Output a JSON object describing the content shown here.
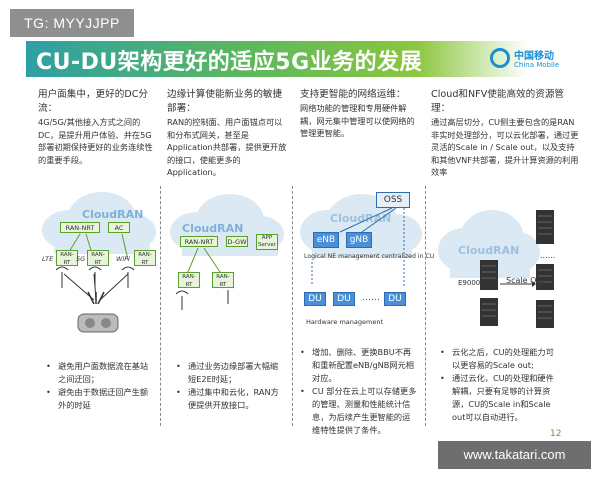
{
  "watermark_top": "TG: MYYJJPP",
  "watermark_bottom": "www.takatari.com",
  "title": "CU-DU架构更好的适应5G业务的发展",
  "logo": {
    "cn": "中国移动",
    "en": "China Mobile"
  },
  "columns": [
    {
      "heading": "用户面集中，更好的DC分流：",
      "body": "4G/5G/其他接入方式之间的DC，是提升用户体验、并在5G部署初期保持更好的业务连续性的重要手段。",
      "bullets": [
        "避免用户面数据流在基站之间迂回；",
        "避免由于数据迂回产生额外的时延"
      ]
    },
    {
      "heading": "边缘计算使能新业务的敏捷部署：",
      "body": "RAN的控制面、用户面锚点可以和分布式网关，甚至是Application共部署，提供更开放的接口，使能更多的Application。",
      "bullets": [
        "通过业务边缘部署大幅缩短E2E时延；",
        "通过集中和云化，RAN方便提供开放接口。"
      ]
    },
    {
      "heading": "支持更智能的网络运维：",
      "body": "网络功能的管理和专用硬件解耦，网元集中管理可以使网络的管理更智能。",
      "bullets": [
        "增加、删除、更换BBU不再和重新配置eNB/gNB网元相对应。",
        "CU 部分在云上可以存储更多的管理、测量和性能统计信息，为后续产生更智能的运维特性提供了条件。"
      ]
    },
    {
      "heading": "Cloud和NFV使能高效的资源管理：",
      "body": "通过高层切分，CU侧主要包含的是RAN非实时处理部分，可以云化部署，通过更灵活的Scale in / Scale out，以及支持和其他VNF共部署，提升计算资源的利用效率",
      "bullets": [
        "云化之后，CU的处理能力可以更容易的Scale out;",
        "通过云化，CU的处理和硬件解耦，只要有足够的计算资源，CU的Scale in和Scale out可以自动进行。"
      ]
    }
  ],
  "diagram1": {
    "cloud_label": "CloudRAN",
    "ran_nrt": "RAN-NRT",
    "ac": "AC",
    "rt_labels": [
      "RAN-RT",
      "RAN-RT",
      "RAN-RT"
    ],
    "access": [
      "LTE",
      "5G",
      "WiFi"
    ]
  },
  "diagram2": {
    "cloud_label": "CloudRAN",
    "ran_nrt": "RAN-NRT",
    "dgw": "D-GW",
    "app": "APP Server",
    "rt_labels": [
      "RAN-RT",
      "RAN-RT"
    ]
  },
  "diagram3": {
    "cloud_label": "CloudRAN",
    "oss": "OSS",
    "enb": "eNB",
    "gnb": "gNB",
    "ne_label": "Logical NE management centralized in CU",
    "du": [
      "DU",
      "DU",
      "DU"
    ],
    "dots": "……",
    "hw_label": "Hardware management"
  },
  "diagram4": {
    "cloud_label": "CloudRAN",
    "e9000": "E9000",
    "scale_out": "Scale Out"
  },
  "page_number": "12",
  "colors": {
    "accent_green": "#5aa02c",
    "teal": "#2e9fa5",
    "blue": "#4a8fd8"
  }
}
